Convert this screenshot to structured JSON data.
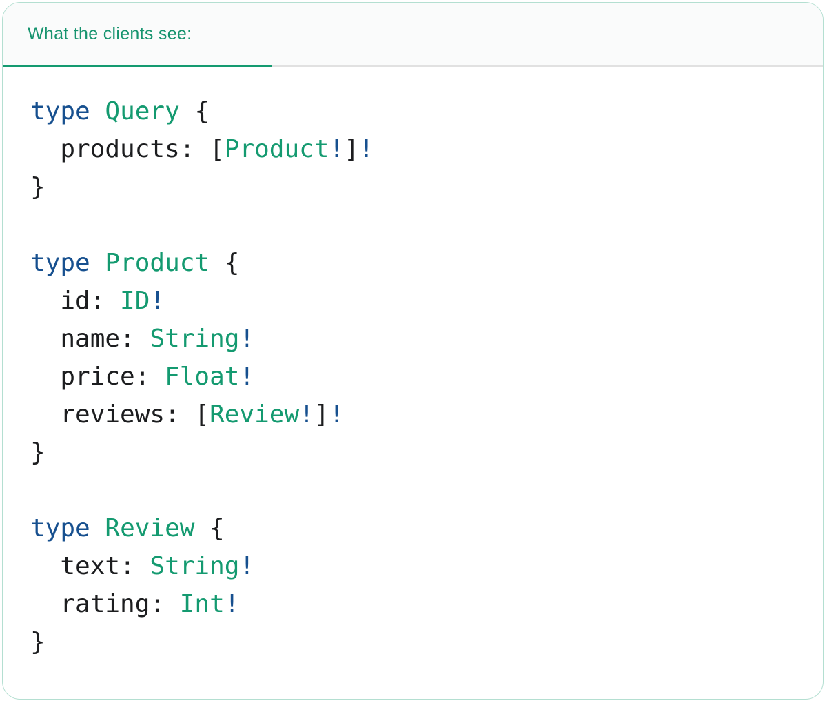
{
  "panel": {
    "tab_label": "What the clients see:",
    "colors": {
      "accent_green": "#149a70",
      "keyword_blue": "#17508f",
      "plain_text": "#1c1d1f",
      "tabbar_bg": "#fafbfb",
      "inactive_rule_gray": "#e1e1e1",
      "panel_border": "rgba(21,154,112,0.32)"
    }
  },
  "code": {
    "language": "graphql",
    "lines": [
      [
        [
          "kw",
          "type"
        ],
        [
          "pl",
          " "
        ],
        [
          "ty",
          "Query"
        ],
        [
          "pl",
          " {"
        ]
      ],
      [
        [
          "pl",
          "  products: ["
        ],
        [
          "ty",
          "Product"
        ],
        [
          "bg",
          "!"
        ],
        [
          "pl",
          "]"
        ],
        [
          "bg",
          "!"
        ]
      ],
      [
        [
          "pl",
          "}"
        ]
      ],
      [],
      [
        [
          "kw",
          "type"
        ],
        [
          "pl",
          " "
        ],
        [
          "ty",
          "Product"
        ],
        [
          "pl",
          " {"
        ]
      ],
      [
        [
          "pl",
          "  id: "
        ],
        [
          "ty",
          "ID"
        ],
        [
          "bg",
          "!"
        ]
      ],
      [
        [
          "pl",
          "  name: "
        ],
        [
          "ty",
          "String"
        ],
        [
          "bg",
          "!"
        ]
      ],
      [
        [
          "pl",
          "  price: "
        ],
        [
          "ty",
          "Float"
        ],
        [
          "bg",
          "!"
        ]
      ],
      [
        [
          "pl",
          "  reviews: ["
        ],
        [
          "ty",
          "Review"
        ],
        [
          "bg",
          "!"
        ],
        [
          "pl",
          "]"
        ],
        [
          "bg",
          "!"
        ]
      ],
      [
        [
          "pl",
          "}"
        ]
      ],
      [],
      [
        [
          "kw",
          "type"
        ],
        [
          "pl",
          " "
        ],
        [
          "ty",
          "Review"
        ],
        [
          "pl",
          " {"
        ]
      ],
      [
        [
          "pl",
          "  text: "
        ],
        [
          "ty",
          "String"
        ],
        [
          "bg",
          "!"
        ]
      ],
      [
        [
          "pl",
          "  rating: "
        ],
        [
          "ty",
          "Int"
        ],
        [
          "bg",
          "!"
        ]
      ],
      [
        [
          "pl",
          "}"
        ]
      ]
    ]
  }
}
